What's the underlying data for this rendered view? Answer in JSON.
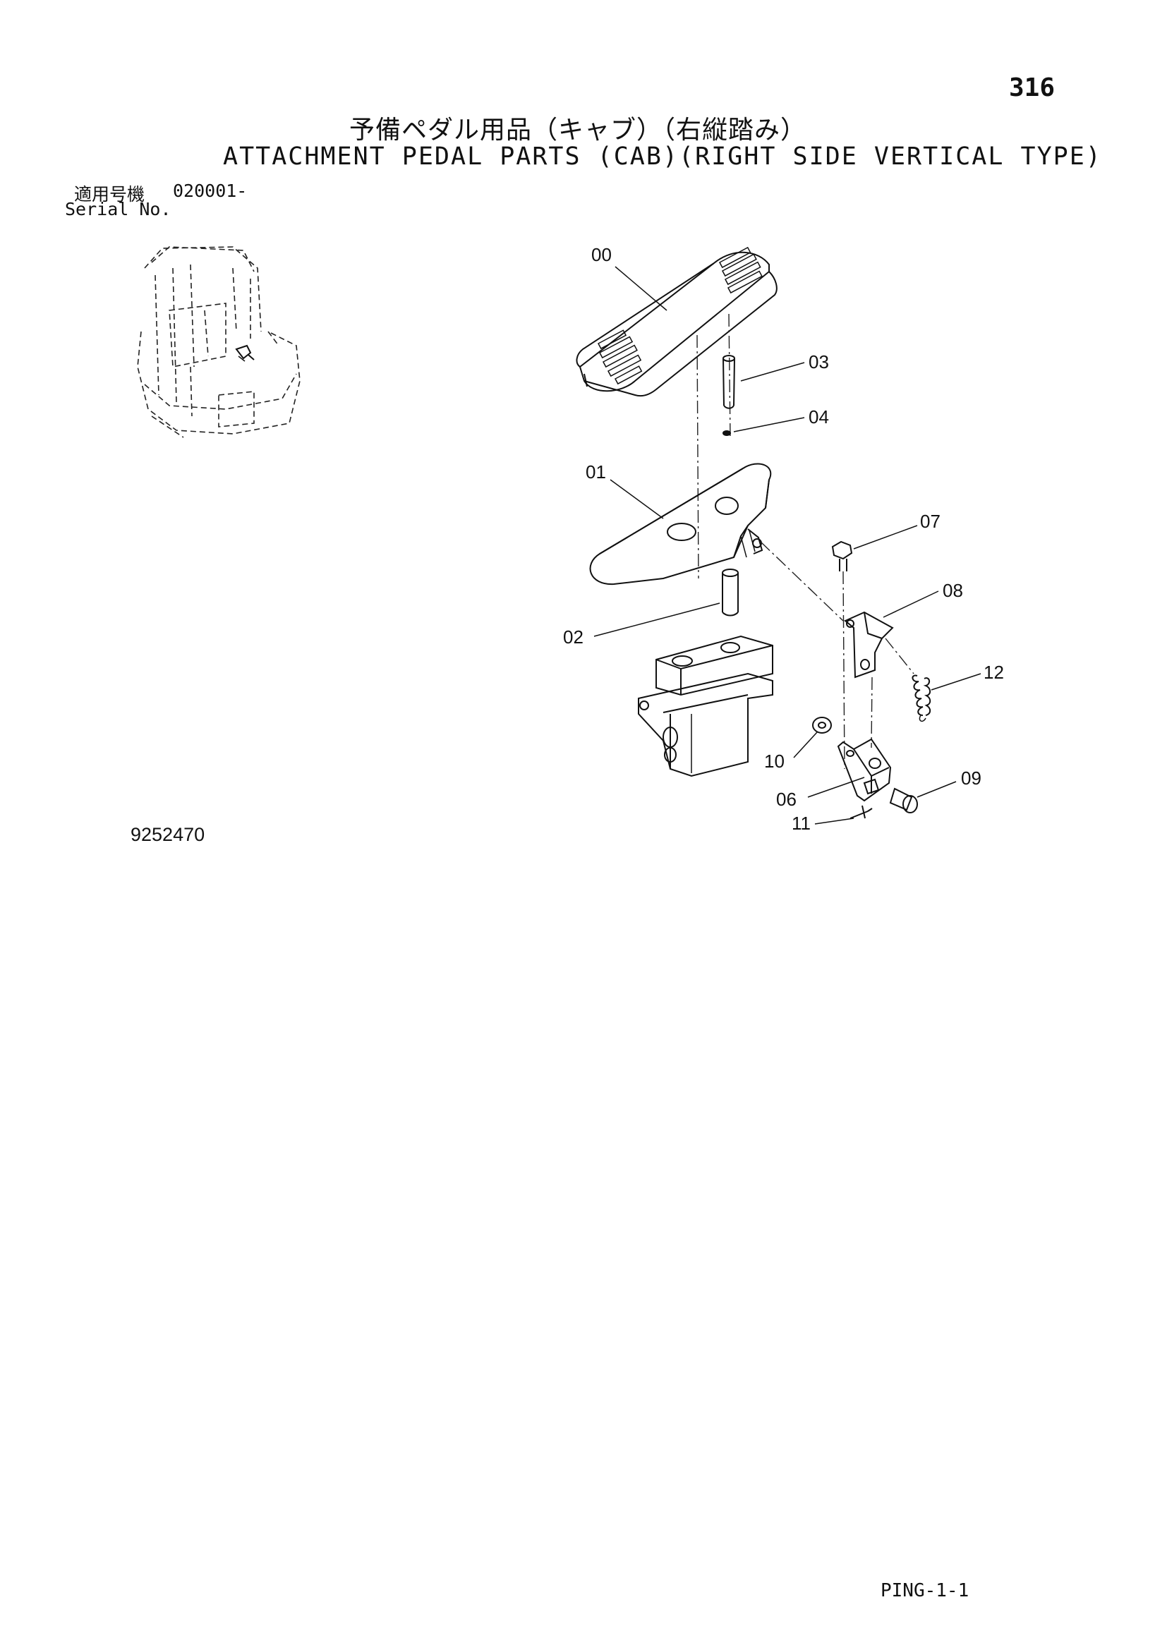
{
  "page": {
    "page_number": "316",
    "title_jp": "予備ペダル用品（キャブ）（右縦踏み）",
    "title_en": "ATTACHMENT PEDAL PARTS (CAB)(RIGHT SIDE VERTICAL TYPE)",
    "serial_label_jp": "適用号機",
    "serial_value": "020001-",
    "serial_label_en": "Serial No.",
    "drawing_number": "9252470",
    "page_code": "PING-1-1"
  },
  "callouts": [
    "00",
    "03",
    "04",
    "01",
    "07",
    "08",
    "02",
    "12",
    "10",
    "09",
    "06",
    "11"
  ],
  "icons": {
    "machine": "excavator-cab-icon",
    "pedal_cover": "pedal-cover-icon",
    "pedal": "pedal-icon",
    "valve": "pilot-valve-icon",
    "bracket": "bracket-icon"
  }
}
